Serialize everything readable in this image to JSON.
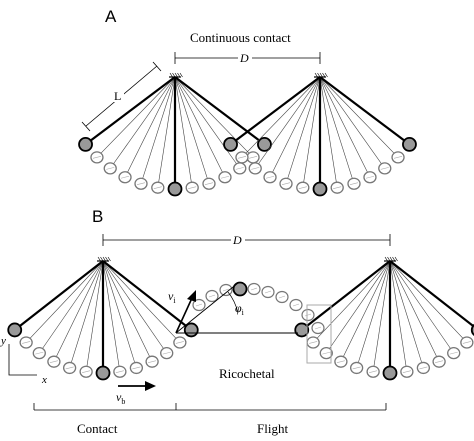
{
  "panel_a": {
    "letter": "A",
    "title": "Continuous contact",
    "distance_label": "D",
    "length_label": "L"
  },
  "panel_b": {
    "letter": "B",
    "distance_label": "D",
    "velocity_i_label": "v",
    "velocity_i_sub": "i",
    "angle_label": "φ",
    "angle_sub": "i",
    "ricochetal_label": "Ricochetal",
    "velocity_b_label": "v",
    "velocity_b_sub": "b",
    "axis_y_label": "y",
    "axis_x_label": "x",
    "contact_label": "Contact",
    "flight_label": "Flight"
  }
}
